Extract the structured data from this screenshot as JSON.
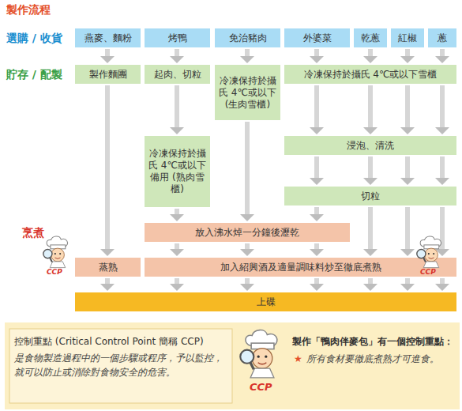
{
  "diagram": {
    "title": "製作流程",
    "nodes": [
      {
        "text": [
          "燕麥、麵粉"
        ]
      },
      {
        "text": [
          "烤鴨"
        ]
      },
      {
        "text": [
          "免治豬肉"
        ]
      },
      {
        "text": [
          "外婆菜"
        ]
      },
      {
        "text": [
          "乾蔥"
        ]
      },
      {
        "text": [
          "紅椒"
        ]
      },
      {
        "text": [
          "蔥"
        ]
      },
      {
        "text": [
          "製作麵團"
        ]
      },
      {
        "text": [
          "起肉、切粒"
        ]
      },
      {
        "text": [
          "冷凍保持於攝氏 4℃或以下 (生肉雪櫃)"
        ]
      },
      {
        "text": [
          "冷凍保持於攝氏 4℃或以下雪櫃"
        ]
      },
      {
        "text": [
          "冷凍保持於攝氏 4℃或以下備用 (熟肉雪櫃)"
        ]
      },
      {
        "text": [
          "浸泡、清洗"
        ]
      },
      {
        "text": [
          "切粒"
        ]
      },
      {
        "text": [
          "放入沸水焯一分鐘後瀝乾"
        ]
      },
      {
        "text": [
          "蒸熟"
        ]
      },
      {
        "text": [
          "加入紹興酒及適量調味料炒至徹底煮熟"
        ]
      },
      {
        "text": [
          "上碟"
        ]
      }
    ],
    "edges": [
      {
        "from": 0,
        "to": 7,
        "arrow": "to"
      },
      {
        "from": 7,
        "to": 15,
        "arrow": "to"
      },
      {
        "from": 15,
        "to": 17,
        "arrow": "to"
      },
      {
        "from": 1,
        "to": 8,
        "arrow": "to"
      },
      {
        "from": 8,
        "to": 11,
        "arrow": "to"
      },
      {
        "from": 11,
        "to": 14,
        "arrow": "to"
      },
      {
        "from": 2,
        "to": 9,
        "arrow": "to"
      },
      {
        "from": 9,
        "to": 14,
        "arrow": "to"
      },
      {
        "from": 3,
        "to": 10,
        "arrow": "to"
      },
      {
        "from": 4,
        "to": 10,
        "arrow": "to"
      },
      {
        "from": 5,
        "to": 10,
        "arrow": "to"
      },
      {
        "from": 6,
        "to": 10,
        "arrow": "to"
      },
      {
        "from": 10,
        "to": 12,
        "arrow": "to"
      },
      {
        "from": 12,
        "to": 13,
        "arrow": "to"
      },
      {
        "from": 13,
        "to": 14,
        "arrow": "to"
      },
      {
        "from": 13,
        "to": 16,
        "arrow": "to"
      },
      {
        "from": 14,
        "to": 16,
        "arrow": "to"
      },
      {
        "from": 16,
        "to": 17,
        "arrow": "to"
      }
    ],
    "labels": [
      "選購 / 收貨",
      "貯存 / 配製",
      "烹煮",
      "CCP",
      "CCP",
      "控制重點 (Critical Control Point 簡稱 CCP)",
      "是食物製造過程中的一個步驟或程序，予以監控，就可以防止或消除對食物安全的危害。",
      "CCP",
      "製作「鴨肉伴麥包」有一個控制重點：",
      "★",
      "所有食材要徹底煮熟才可進食。"
    ]
  }
}
